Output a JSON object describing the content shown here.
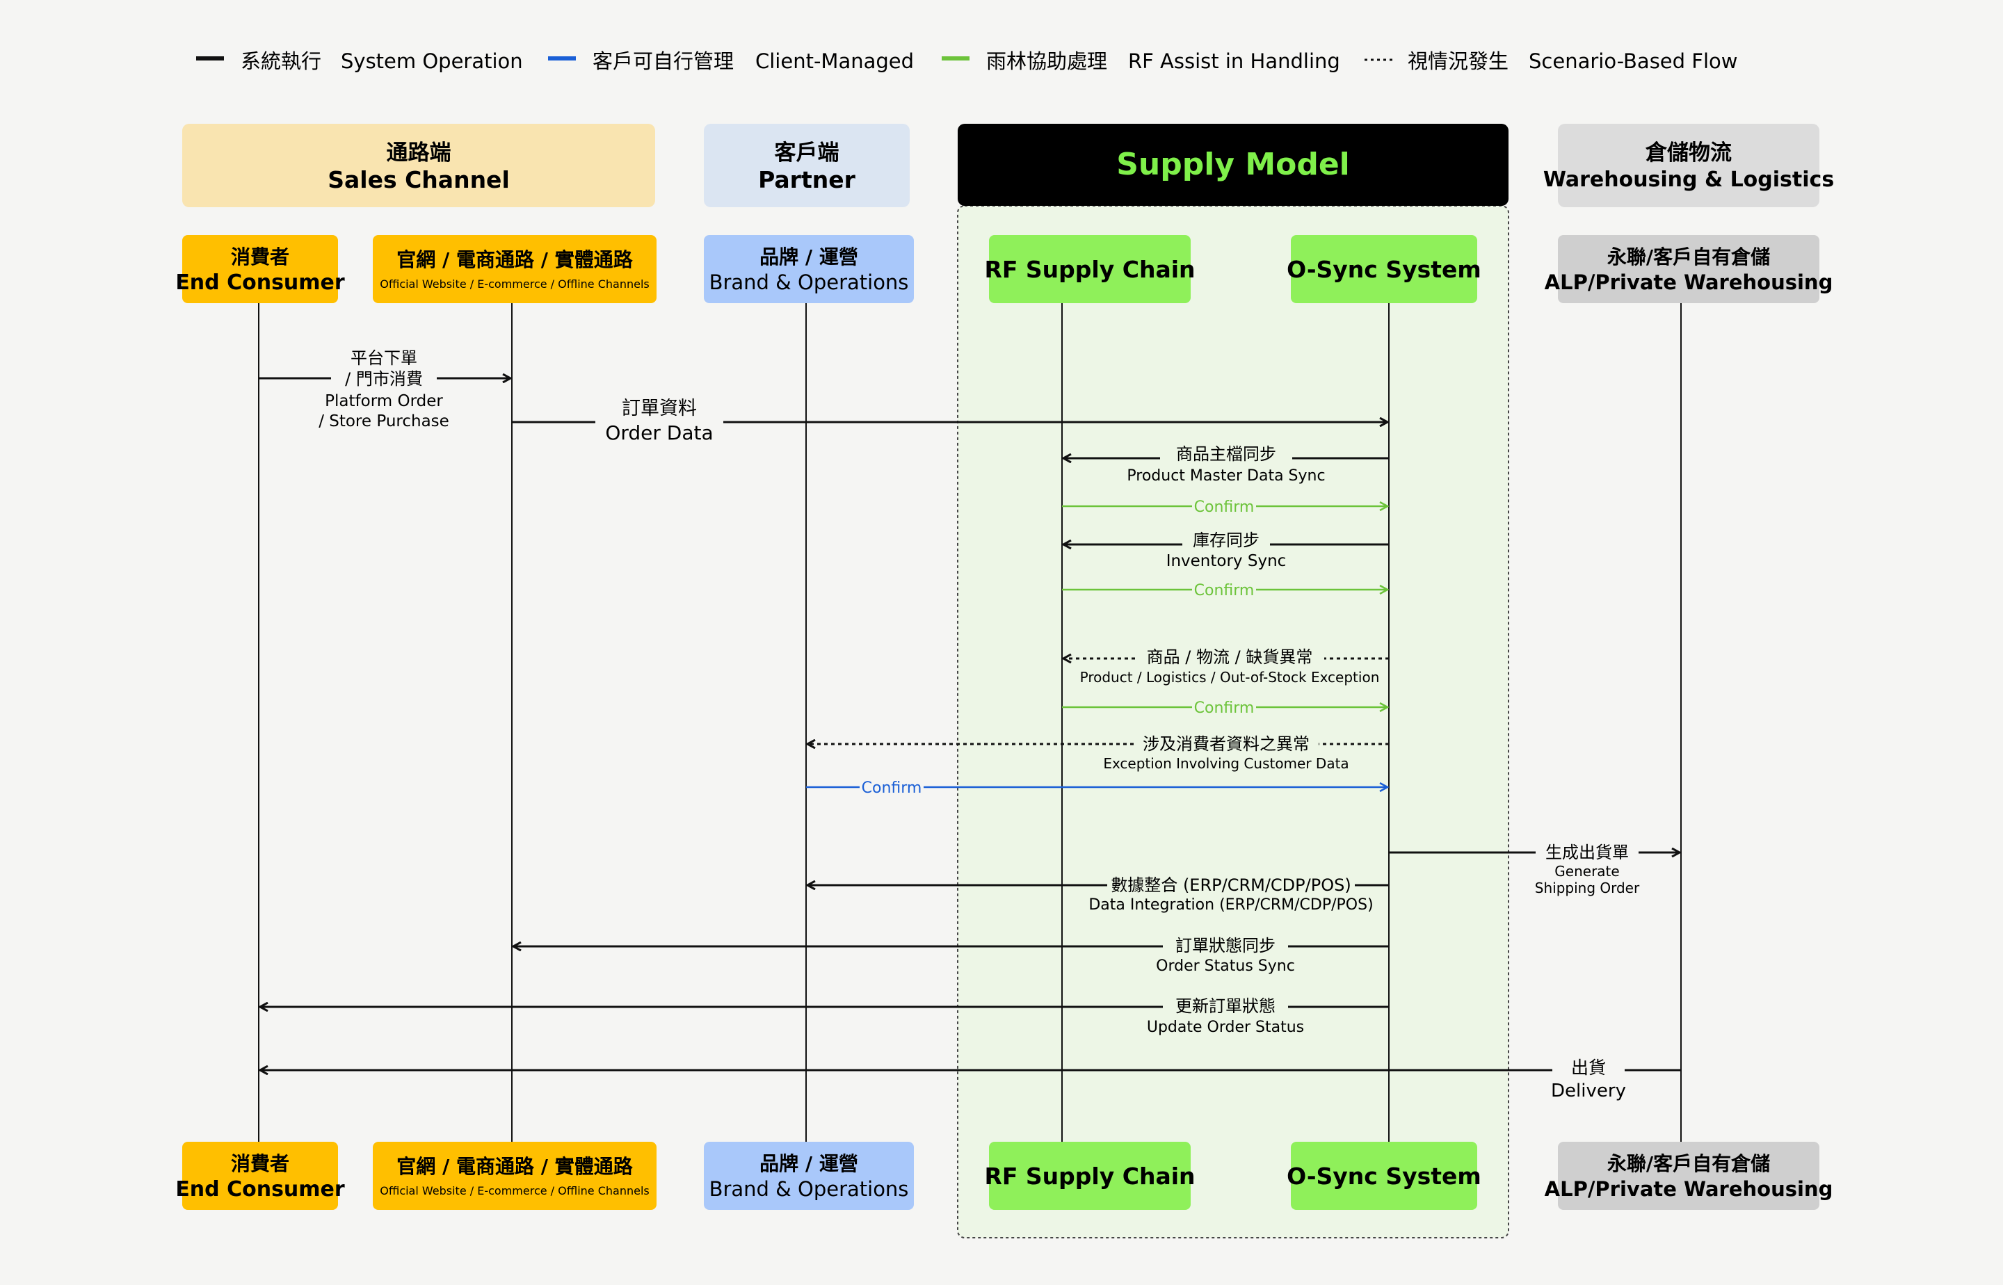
{
  "legend": [
    {
      "zh": "系統執行",
      "en": "System Operation",
      "style": "solid-black",
      "color": "#111111"
    },
    {
      "zh": "客戶可自行管理",
      "en": "Client-Managed",
      "style": "solid-blue",
      "color": "#1a5fd6"
    },
    {
      "zh": "雨林協助處理",
      "en": "RF Assist in Handling",
      "style": "solid-green",
      "color": "#6cc33a"
    },
    {
      "zh": "視情況發生",
      "en": "Scenario-Based Flow",
      "style": "dotted",
      "color": "#111111"
    }
  ],
  "groups": {
    "sales": {
      "zh": "通路端",
      "en": "Sales Channel",
      "color": "#f9e4b0"
    },
    "partner": {
      "zh": "客戶端",
      "en": "Partner",
      "color": "#dbe5f2"
    },
    "supply": {
      "title": "Supply Model",
      "bg": "#000000",
      "text_color": "#7ff04a",
      "region_color": "#edf6e6"
    },
    "warehouse": {
      "zh": "倉儲物流",
      "en": "Warehousing & Logistics",
      "color": "#dcdcdc"
    }
  },
  "actors": {
    "consumer": {
      "zh": "消費者",
      "en": "End Consumer",
      "color": "#ffbf00"
    },
    "channel": {
      "zh": "官網 / 電商通路 / 實體通路",
      "en": "Official Website / E-commerce / Offline Channels",
      "color": "#ffbf00"
    },
    "brand": {
      "zh": "品牌 / 運營",
      "en": "Brand & Operations",
      "color": "#a9c8fa"
    },
    "rf": {
      "en": "RF Supply Chain",
      "color": "#8ff05a"
    },
    "osync": {
      "en": "O-Sync System",
      "color": "#8ff05a"
    },
    "alp": {
      "zh": "永聯/客戶自有倉儲",
      "en": "ALP/Private Warehousing",
      "color": "#cfcfcf"
    }
  },
  "messages": {
    "m1": {
      "l1": "平台下單",
      "l2": "/ 門市消費",
      "l3": "Platform Order",
      "l4": "/ Store Purchase"
    },
    "m2": {
      "l1": "訂單資料",
      "l2": "Order Data"
    },
    "m3": {
      "l1": "商品主檔同步",
      "l2": "Product Master Data Sync"
    },
    "c1": "Confirm",
    "m4": {
      "l1": "庫存同步",
      "l2": "Inventory Sync"
    },
    "c2": "Confirm",
    "m5": {
      "l1": "商品 / 物流 / 缺貨異常",
      "l2": "Product / Logistics / Out-of-Stock Exception"
    },
    "c3": "Confirm",
    "m6": {
      "l1": "涉及消費者資料之異常",
      "l2": "Exception Involving Customer Data"
    },
    "c4": "Confirm",
    "m7": {
      "l1": "生成出貨單",
      "l2": "Generate",
      "l3": "Shipping Order"
    },
    "m8": {
      "l1": "數據整合 (ERP/CRM/CDP/POS)",
      "l2": "Data Integration (ERP/CRM/CDP/POS)"
    },
    "m9": {
      "l1": "訂單狀態同步",
      "l2": "Order Status Sync"
    },
    "m10": {
      "l1": "更新訂單狀態",
      "l2": "Update Order Status"
    },
    "m11": {
      "l1": "出貨",
      "l2": "Delivery"
    }
  }
}
